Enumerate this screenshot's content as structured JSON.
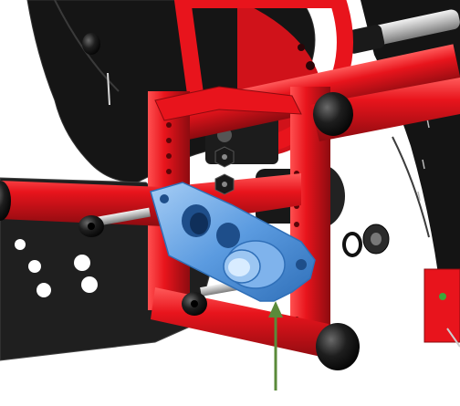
{
  "figure": {
    "kind": "cad-render",
    "highlighted_part": "blue-mounting-bracket",
    "pointer": "green-arrow"
  },
  "colors": {
    "background": "#ffffff",
    "frame_red": "#e8141c",
    "frame_red_dark": "#9e0d12",
    "frame_red_light": "#ff4a4a",
    "bracket_blue": "#5b9be0",
    "bracket_blue_dark": "#2f6fb8",
    "bracket_blue_light": "#9cc6f2",
    "black_part": "#151515",
    "black_highlight": "#4a4a4a",
    "gray_plate": "#2a2a2a",
    "arrow_green": "#5a8a3a",
    "steel": "#c9c9c9"
  },
  "icons": [
    "seat-plate-icon",
    "bolt-icon",
    "nut-icon",
    "washer-icon",
    "end-cap-icon"
  ]
}
